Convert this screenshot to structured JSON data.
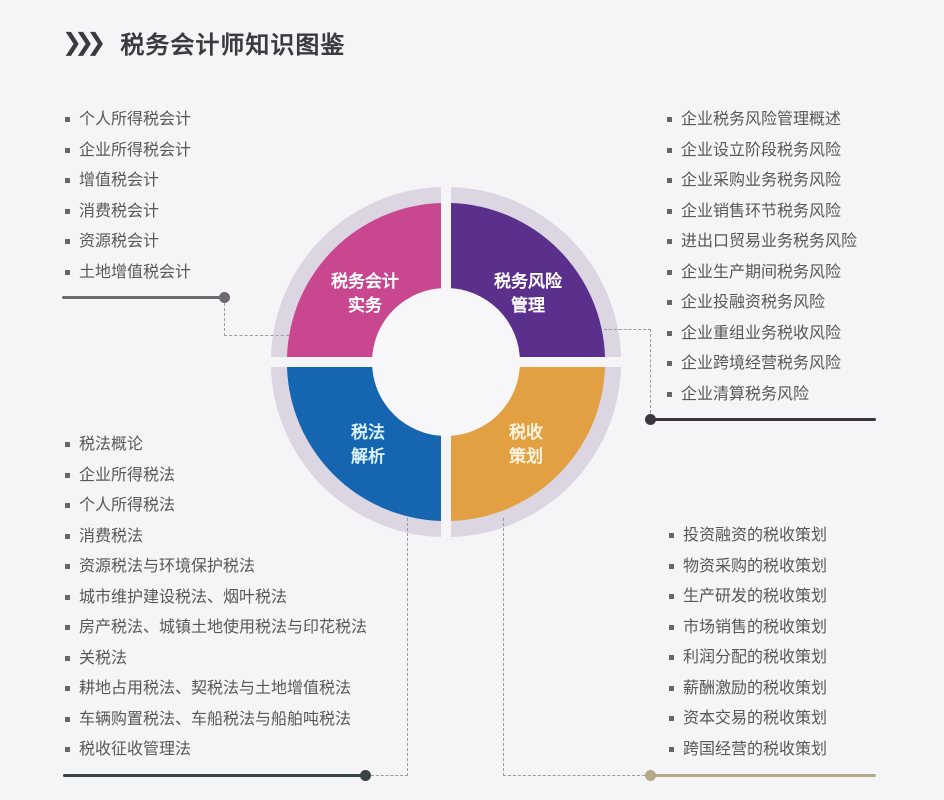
{
  "title": {
    "chevron_icon": "triple-chevron-right",
    "text": "税务会计师知识图鉴"
  },
  "quadrants": [
    {
      "id": "tax-accounting-practice",
      "line1": "税务会计",
      "line2": "实务",
      "color": "#c9478f"
    },
    {
      "id": "tax-risk-management",
      "line1": "税务风险",
      "line2": "管理",
      "color": "#5b2f8c"
    },
    {
      "id": "tax-law-analysis",
      "line1": "税法",
      "line2": "解析",
      "color": "#1565b0"
    },
    {
      "id": "tax-planning",
      "line1": "税收",
      "line2": "策划",
      "color": "#e3a042"
    }
  ],
  "ring": {
    "outer_color": "#d7d2de",
    "center_color": "#f7f6f8"
  },
  "lists": {
    "top_left": {
      "connector_color": "#6e6870",
      "items": [
        "个人所得税会计",
        "企业所得税会计",
        "增值税会计",
        "消费税会计",
        "资源税会计",
        "土地增值税会计"
      ]
    },
    "top_right": {
      "connector_color": "#3a3540",
      "items": [
        "企业税务风险管理概述",
        "企业设立阶段税务风险",
        "企业采购业务税务风险",
        "企业销售环节税务风险",
        "进出口贸易业务税务风险",
        "企业生产期间税务风险",
        "企业投融资税务风险",
        "企业重组业务税收风险",
        "企业跨境经营税务风险",
        "企业清算税务风险"
      ]
    },
    "bottom_left": {
      "connector_color": "#3a4448",
      "items": [
        "税法概论",
        "企业所得税法",
        "个人所得税法",
        "消费税法",
        "资源税法与环境保护税法",
        "城市维护建设税法、烟叶税法",
        "房产税法、城镇土地使用税法与印花税法",
        "关税法",
        "耕地占用税法、契税法与土地增值税法",
        "车辆购置税法、车船税法与船舶吨税法",
        "税收征收管理法"
      ]
    },
    "bottom_right": {
      "connector_color": "#b5a98a",
      "items": [
        "投资融资的税收策划",
        "物资采购的税收策划",
        "生产研发的税收策划",
        "市场销售的税收策划",
        "利润分配的税收策划",
        "薪酬激励的税收策划",
        "资本交易的税收策划",
        "跨国经营的税收策划"
      ]
    }
  }
}
